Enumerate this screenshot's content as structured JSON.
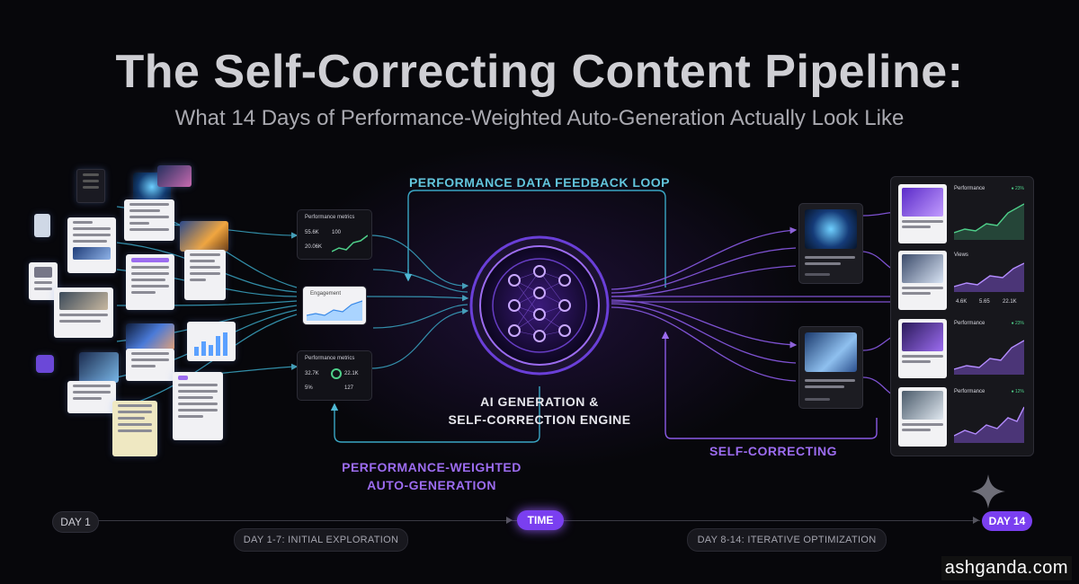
{
  "title": "The Self-Correcting Content Pipeline:",
  "subtitle": "What 14 Days of Performance-Weighted Auto-Generation Actually Look Like",
  "labels": {
    "feedback_loop": "PERFORMANCE DATA FEEDBACK LOOP",
    "engine_line1": "AI GENERATION &",
    "engine_line2": "SELF-CORRECTION ENGINE",
    "weighted_line1": "PERFORMANCE-WEIGHTED",
    "weighted_line2": "AUTO-GENERATION",
    "self_correcting": "SELF-CORRECTING"
  },
  "metric_panels": [
    {
      "title": "Performance metrics",
      "v1": "55.6K",
      "v2": "100",
      "v3": "20.06K"
    },
    {
      "title": "Engagement"
    },
    {
      "title": "Performance metrics",
      "v1": "32.7K",
      "v2": "22.1K",
      "v3": "5%",
      "v4": "127"
    }
  ],
  "dashboard": [
    {
      "title": "Performance",
      "status": "● 23%"
    },
    {
      "title": "Views",
      "stats": [
        "4.6K",
        "5.65",
        "22.1K"
      ]
    },
    {
      "title": "Performance",
      "status": "● 23%"
    },
    {
      "title": "Performance",
      "status": "● 12%"
    }
  ],
  "timeline": {
    "start": "DAY 1",
    "middle": "TIME",
    "end": "DAY 14",
    "phase1": "DAY 1-7: INITIAL EXPLORATION",
    "phase2": "DAY 8-14: ITERATIVE OPTIMIZATION"
  },
  "watermark": "ashganda.com",
  "colors": {
    "cyan": "#62c5dc",
    "purple": "#9c6cf0",
    "accent": "#7a3ff0"
  }
}
